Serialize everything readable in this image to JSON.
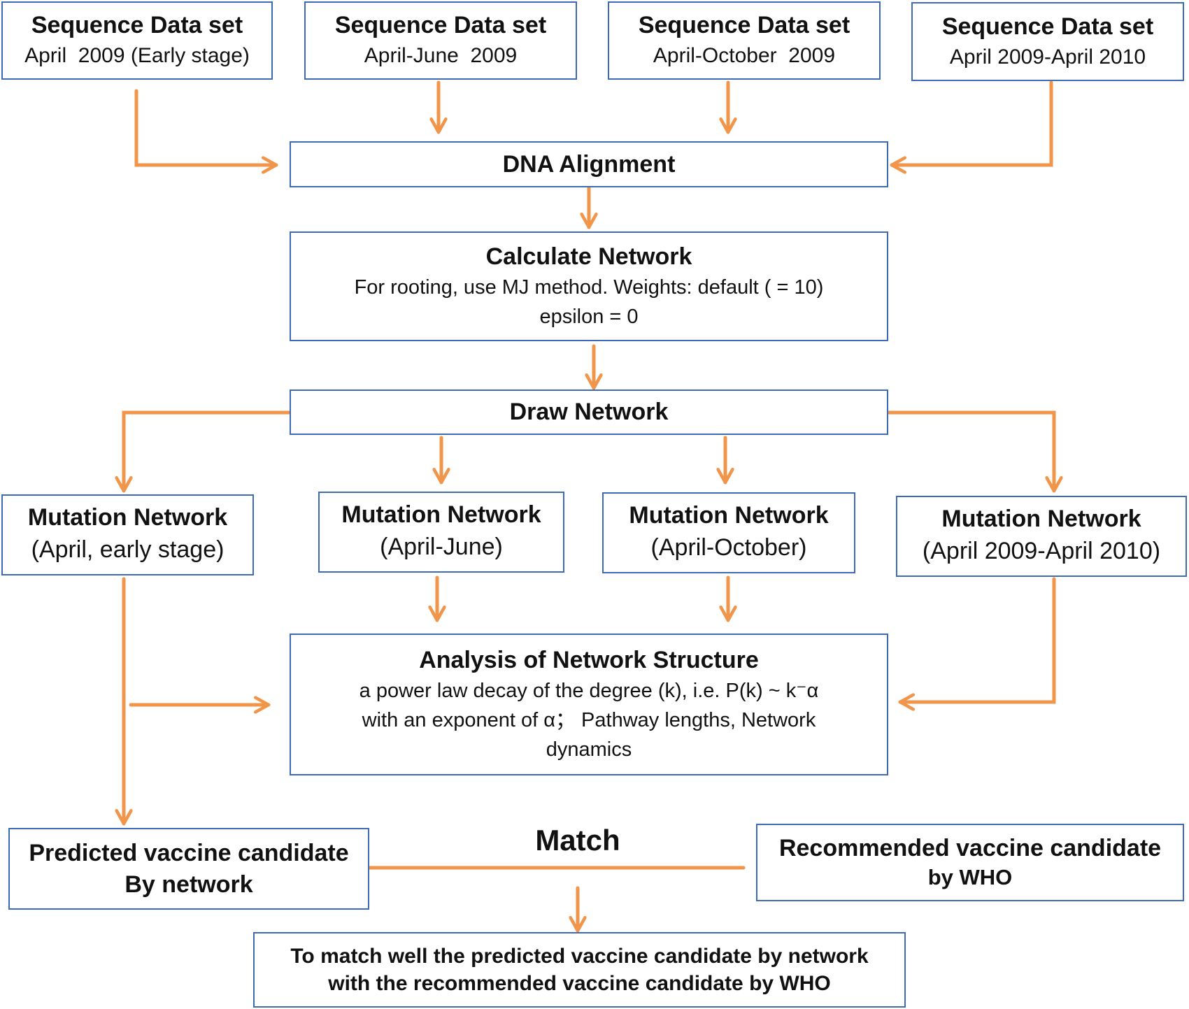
{
  "sequence_sets": [
    {
      "title": "Sequence Data set",
      "subtitle": "April  2009 (Early stage)"
    },
    {
      "title": "Sequence Data set",
      "subtitle": "April-June  2009"
    },
    {
      "title": "Sequence Data set",
      "subtitle": "April-October  2009"
    },
    {
      "title": "Sequence Data set",
      "subtitle": "April 2009-April 2010"
    }
  ],
  "alignment": {
    "title": "DNA Alignment"
  },
  "calculate": {
    "title": "Calculate Network",
    "line1": "For rooting, use MJ method. Weights: default ( = 10)",
    "line2": "epsilon = 0"
  },
  "draw": {
    "title": "Draw Network"
  },
  "mutation_networks": [
    {
      "title": "Mutation Network",
      "subtitle": "(April, early stage)"
    },
    {
      "title": "Mutation Network",
      "subtitle": "(April-June)"
    },
    {
      "title": "Mutation Network",
      "subtitle": "(April-October)"
    },
    {
      "title": "Mutation Network",
      "subtitle": "(April 2009-April 2010)"
    }
  ],
  "analysis": {
    "title": "Analysis of Network Structure",
    "line1": "a power law decay of the degree (k), i.e. P(k) ~ k⁻α",
    "line2": "with an exponent of α； Pathway lengths, Network",
    "line3": "dynamics"
  },
  "predicted": {
    "line1": "Predicted vaccine candidate",
    "line2": "By network"
  },
  "match": {
    "label": "Match"
  },
  "recommended": {
    "line1": "Recommended vaccine candidate",
    "line2": "by WHO"
  },
  "conclusion": {
    "line1": "To match well the predicted vaccine candidate by network",
    "line2": "with the recommended vaccine candidate by WHO"
  },
  "colors": {
    "border": "#3f6ab7",
    "arrow": "#f0954a"
  }
}
